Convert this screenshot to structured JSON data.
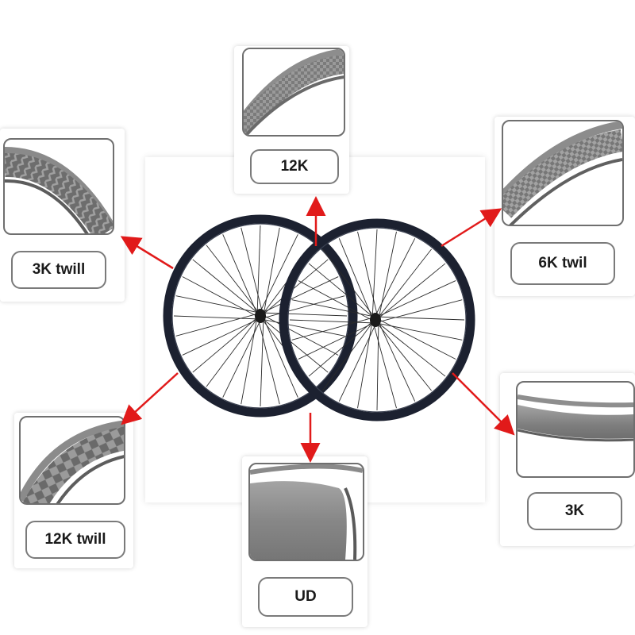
{
  "diagram": {
    "materials": [
      {
        "id": "12k",
        "label": "12K",
        "pattern": "dense-weave"
      },
      {
        "id": "3k-twill",
        "label": "3K twill",
        "pattern": "twill-herringbone"
      },
      {
        "id": "6k-twil",
        "label": "6K twil",
        "pattern": "medium-weave"
      },
      {
        "id": "12k-twill",
        "label": "12K twill",
        "pattern": "large-cross-weave"
      },
      {
        "id": "ud",
        "label": "UD",
        "pattern": "smooth-unidirectional"
      },
      {
        "id": "3k",
        "label": "3K",
        "pattern": "fine-smooth"
      }
    ],
    "arrow_color": "#e11a1a",
    "rim_color": "#1c2130",
    "spoke_color": "#2a2a2a"
  }
}
